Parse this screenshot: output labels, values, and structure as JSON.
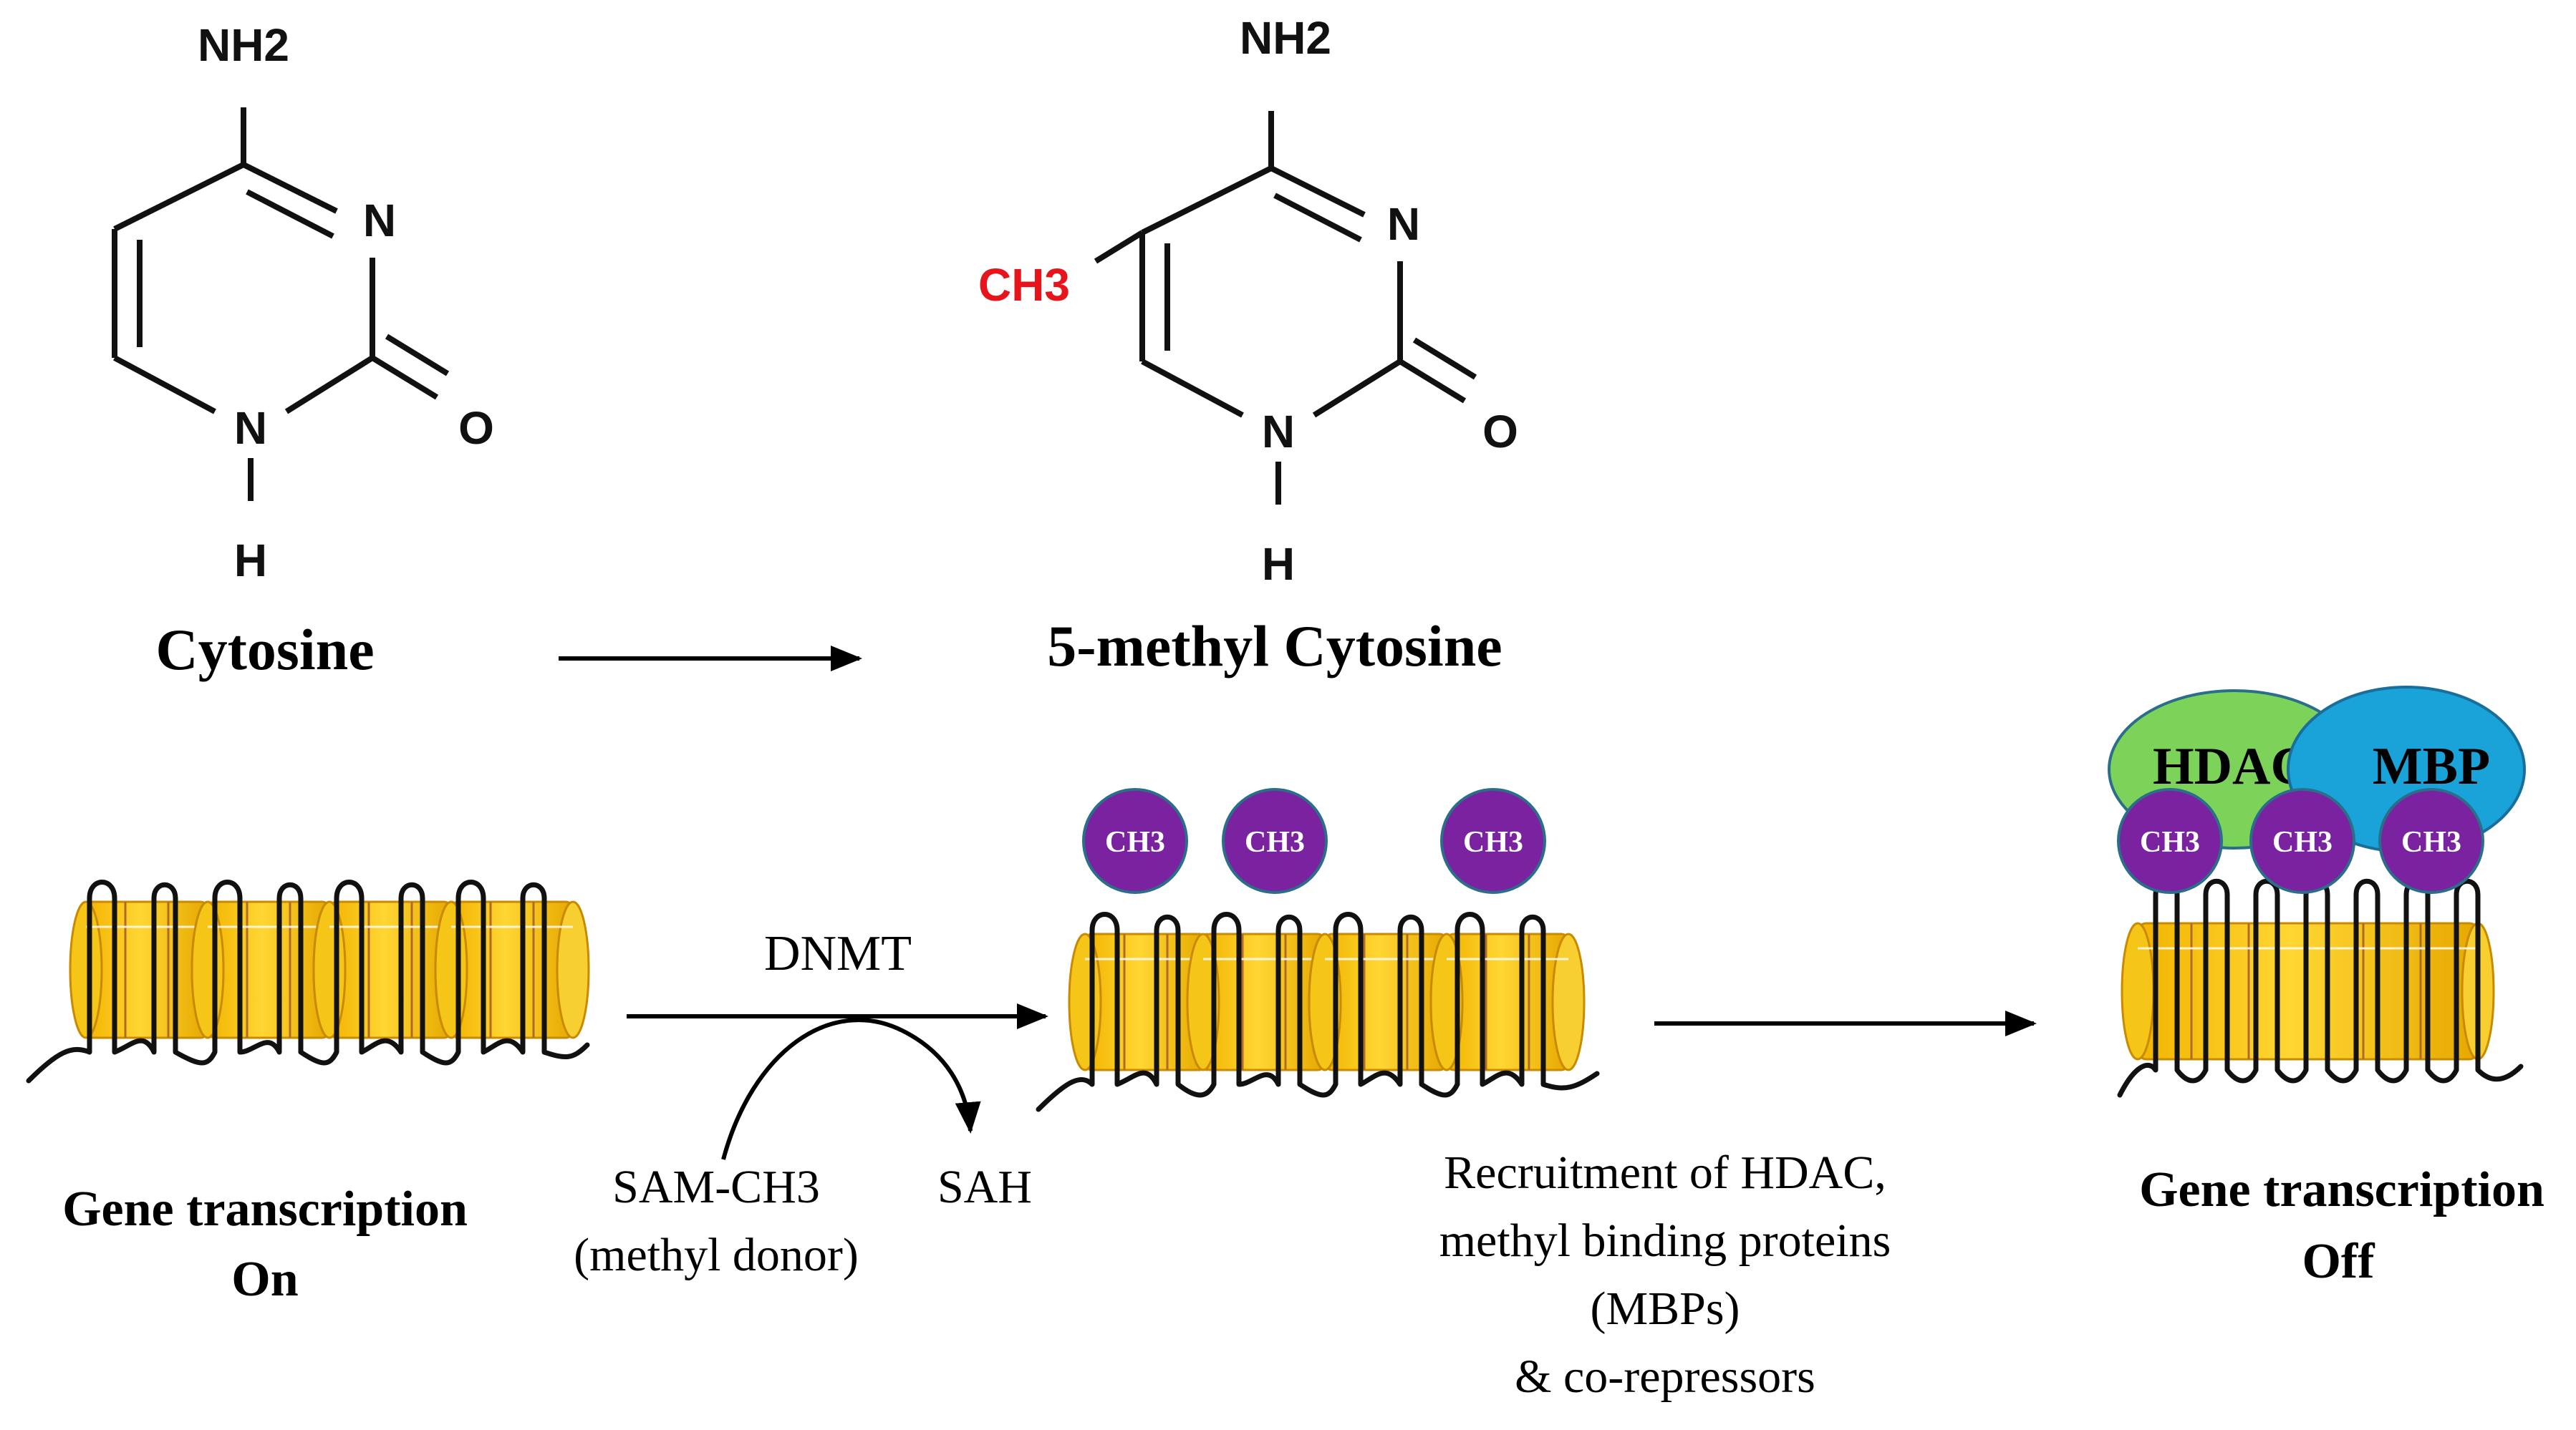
{
  "molecules": {
    "cytosine": {
      "name": "Cytosine",
      "amine": "NH2",
      "ring_n": "N",
      "ring_nh": "N",
      "h": "H",
      "oxygen": "O"
    },
    "methylcytosine": {
      "name": "5-methyl Cytosine",
      "amine": "NH2",
      "methyl": "CH3",
      "ring_n": "N",
      "ring_nh": "N",
      "h": "H",
      "oxygen": "O"
    }
  },
  "pathway": {
    "enzyme": "DNMT",
    "donor_line1": "SAM-CH3",
    "donor_line2": "(methyl donor)",
    "product": "SAH",
    "recruitment": [
      "Recruitment of HDAC,",
      "methyl binding proteins",
      "(MBPs)",
      "& co-repressors"
    ]
  },
  "states": {
    "on": {
      "line1": "Gene transcription",
      "line2": "On"
    },
    "off": {
      "line1": "Gene transcription",
      "line2": "Off"
    }
  },
  "marks": {
    "ch3": "CH3",
    "hdac": "HDAC",
    "mbp": "MBP"
  },
  "colors": {
    "nucleosome": "#f5c518",
    "nucleosome_edge": "#c98a00",
    "ch3_circle": "#7a22a0",
    "hdac": "#7dd35a",
    "mbp": "#1aa3d9",
    "methyl_label": "#e8141b"
  }
}
